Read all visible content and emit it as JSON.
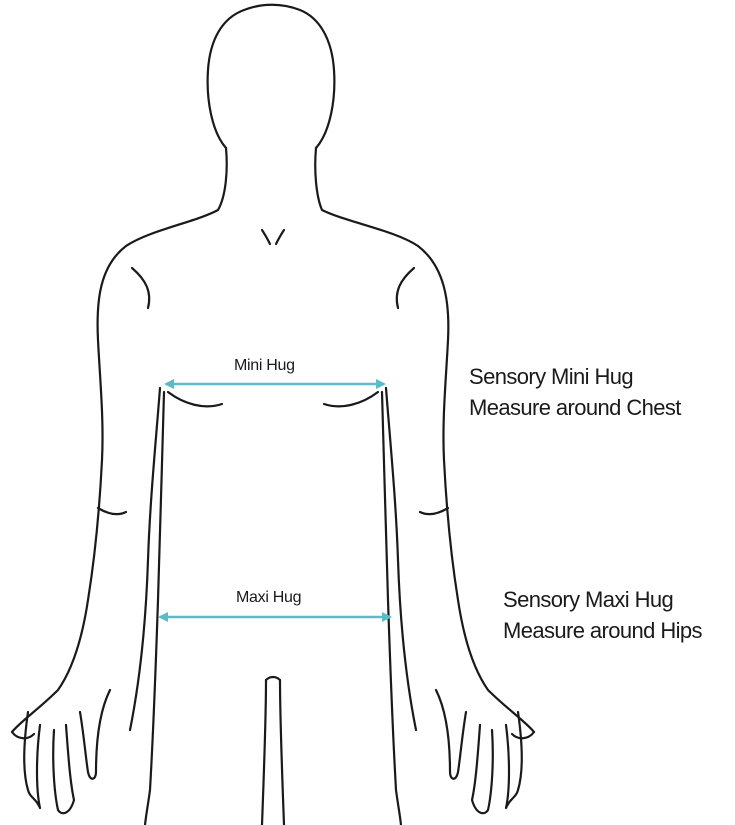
{
  "colors": {
    "outline": "#1a1a1a",
    "arrow": "#5bbcc8"
  },
  "measurements": {
    "mini": {
      "arrow_label": "Mini Hug",
      "product": "Sensory Mini Hug",
      "instruction": "Measure around Chest"
    },
    "maxi": {
      "arrow_label": "Maxi Hug",
      "product": "Sensory Maxi Hug",
      "instruction": "Measure around Hips"
    }
  }
}
